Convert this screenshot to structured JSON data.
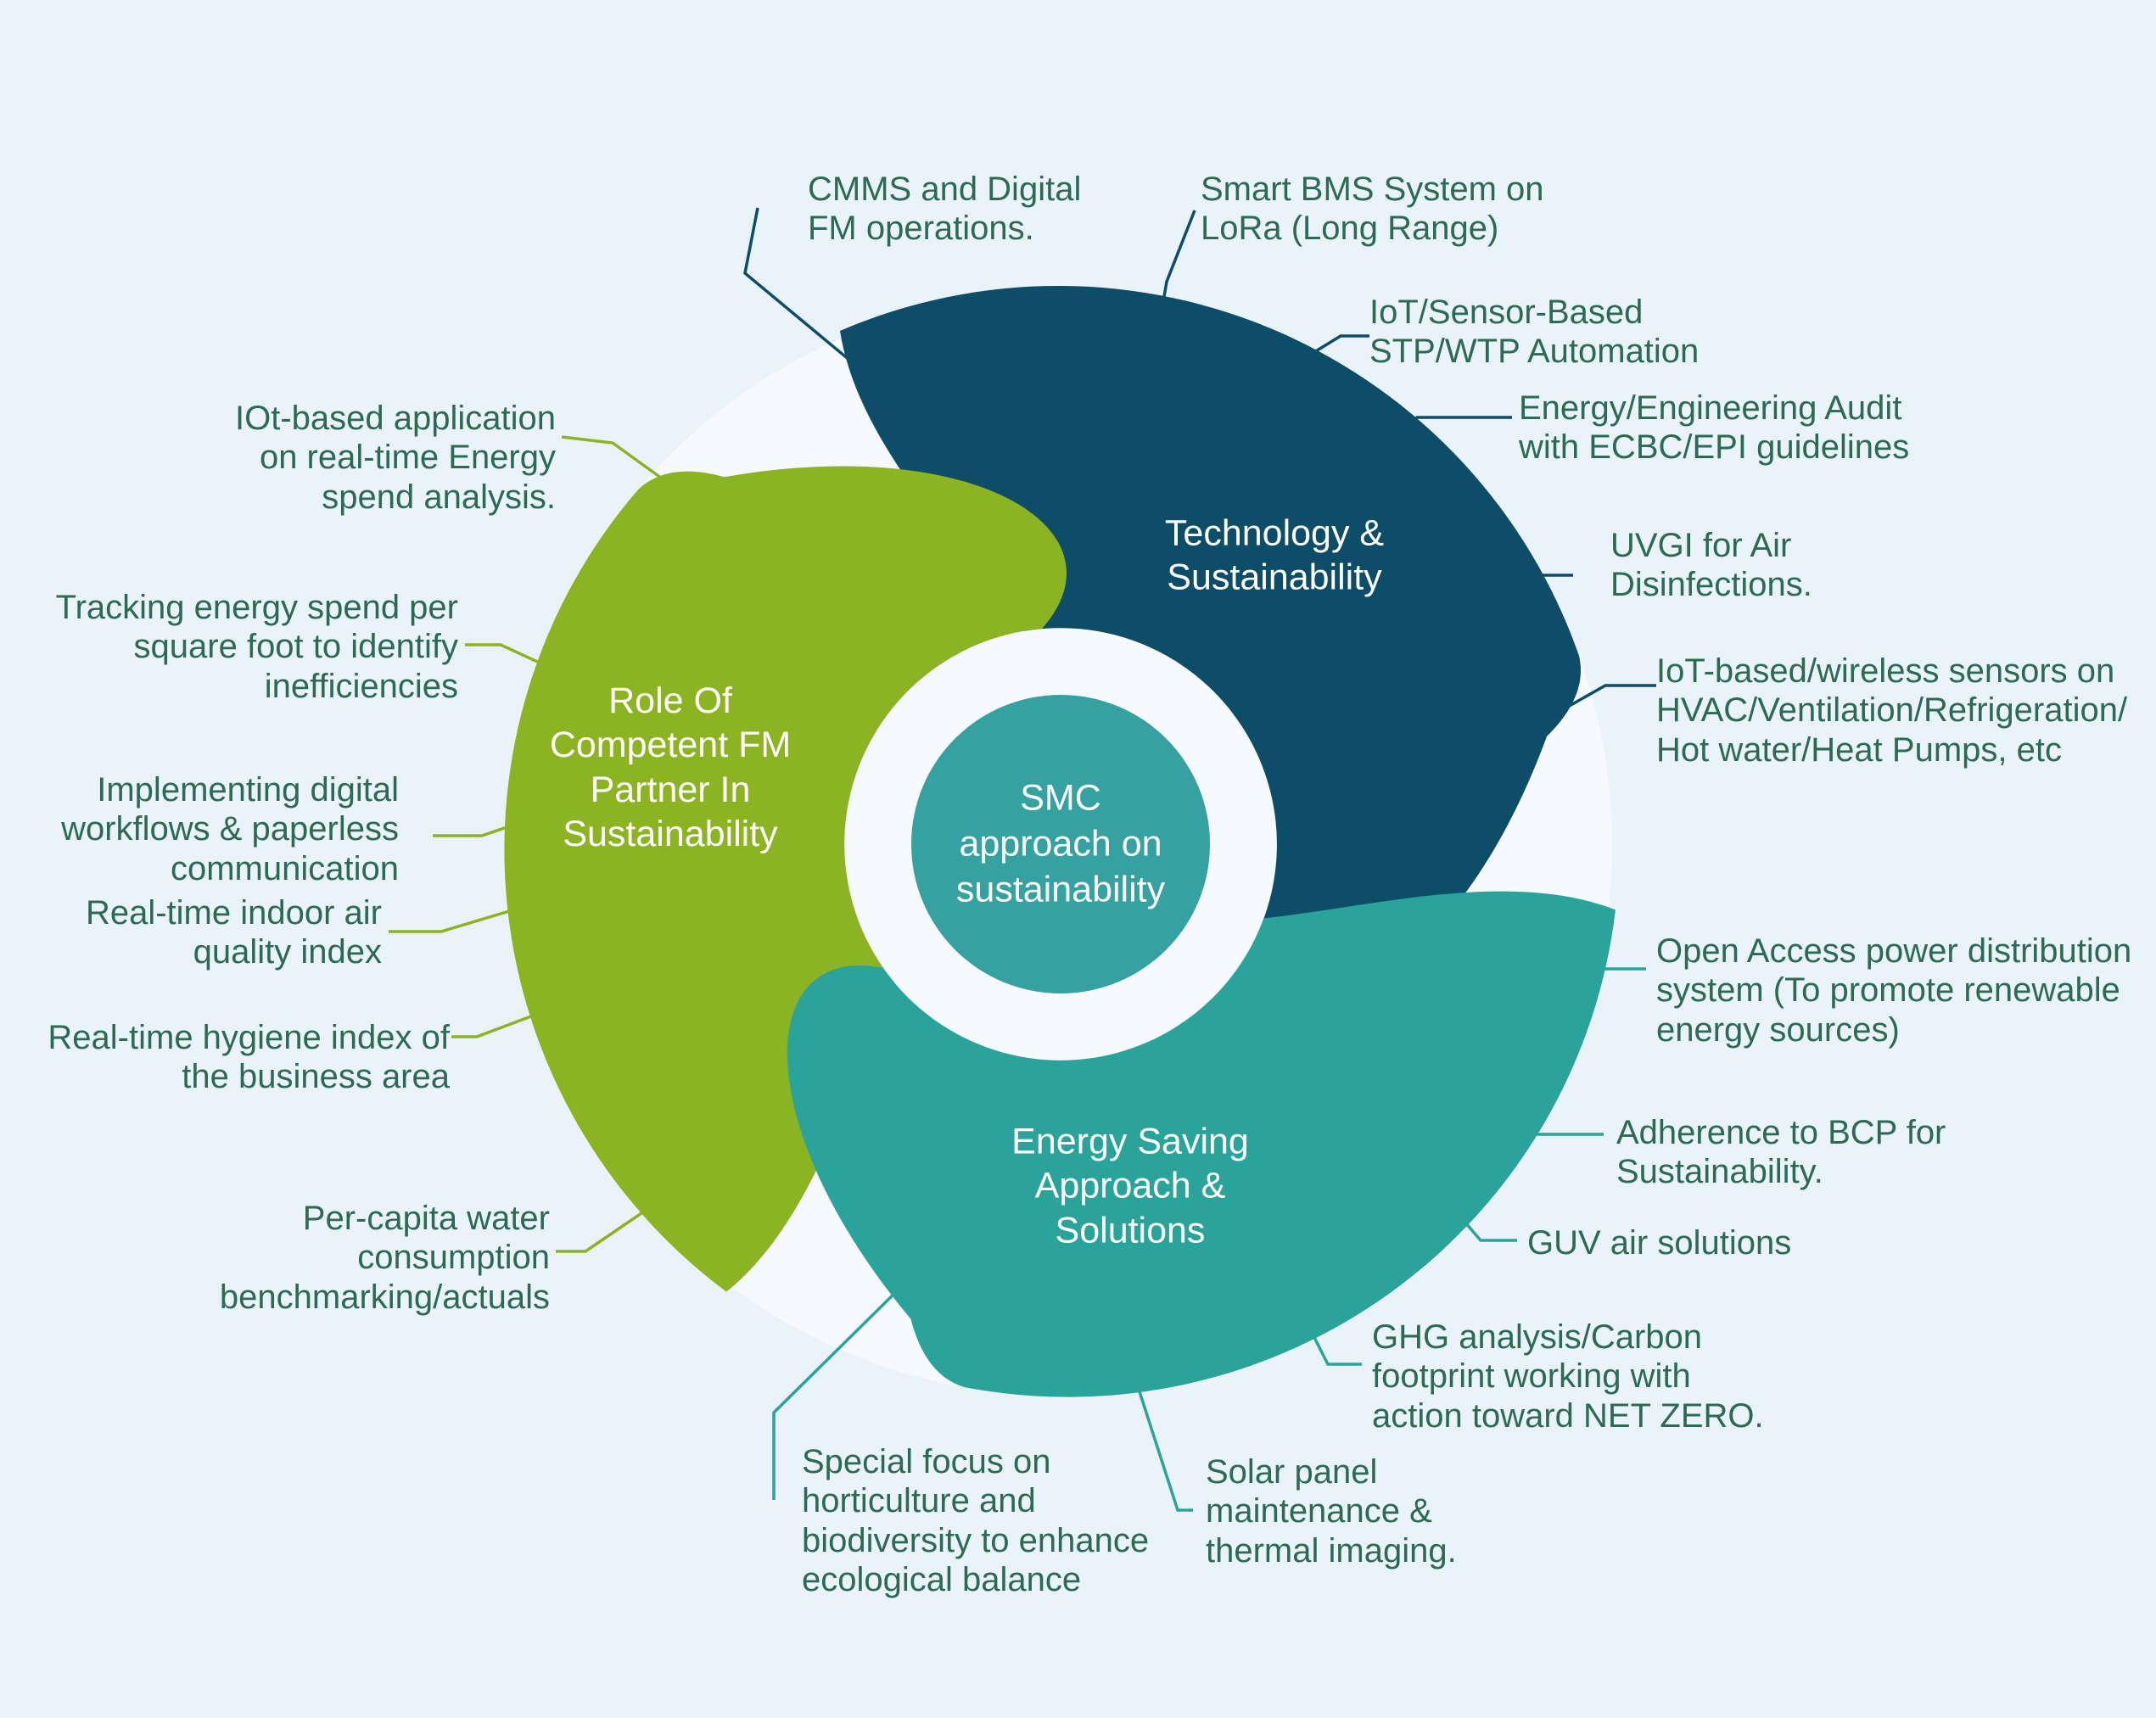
{
  "title": "SMC approach on sustainability",
  "colors": {
    "background": "#eaf2fa",
    "ring_white": "#f6fafe",
    "segment_technology": "#0e4d68",
    "segment_fm_partner": "#8cb321",
    "segment_energy_saving": "#2aa49b",
    "center_circle": "#35a1a1",
    "label_text": "#2c6a52",
    "title_text": "#ffffff"
  },
  "center": {
    "text": "SMC\napproach on\nsustainability"
  },
  "segments": [
    {
      "id": "technology",
      "title": "Technology &\nSustainability"
    },
    {
      "id": "fm-partner",
      "title": "Role Of\nCompetent FM\nPartner In\nSustainability"
    },
    {
      "id": "energy-saving",
      "title": "Energy Saving\nApproach &\nSolutions"
    }
  ],
  "labels": {
    "cmms": {
      "text": "CMMS and Digital\nFM operations."
    },
    "smart_bms": {
      "text": "Smart BMS System on\nLoRa (Long Range)"
    },
    "stp_wtp": {
      "text": "IoT/Sensor-Based\nSTP/WTP Automation"
    },
    "audit": {
      "text": "Energy/Engineering Audit\nwith ECBC/EPI guidelines"
    },
    "uvgi": {
      "text": "UVGI for Air\nDisinfections."
    },
    "sensors": {
      "text": "IoT-based/wireless sensors on\nHVAC/Ventilation/Refrigeration/\nHot water/Heat Pumps, etc"
    },
    "open_access": {
      "text": "Open Access power distribution\nsystem (To promote renewable\nenergy sources)"
    },
    "bcp": {
      "text": "Adherence to BCP for\nSustainability."
    },
    "guv": {
      "text": "GUV air solutions"
    },
    "ghg": {
      "text": "GHG analysis/Carbon\nfootprint working with\naction toward NET ZERO."
    },
    "solar": {
      "text": "Solar panel\nmaintenance &\nthermal imaging."
    },
    "horticulture": {
      "text": "Special focus on\nhorticulture and\nbiodiversity to enhance\necological balance"
    },
    "iot_app": {
      "text": "IOt-based application\non real-time Energy\nspend analysis."
    },
    "tracking": {
      "text": "Tracking energy spend per\nsquare foot to identify\ninefficiencies"
    },
    "workflows": {
      "text": "Implementing digital\nworkflows & paperless\ncommunication"
    },
    "air_quality": {
      "text": "Real-time indoor air\nquality index"
    },
    "hygiene": {
      "text": "Real-time hygiene index of\nthe business area"
    },
    "water": {
      "text": "Per-capita water\nconsumption\nbenchmarking/actuals"
    }
  }
}
